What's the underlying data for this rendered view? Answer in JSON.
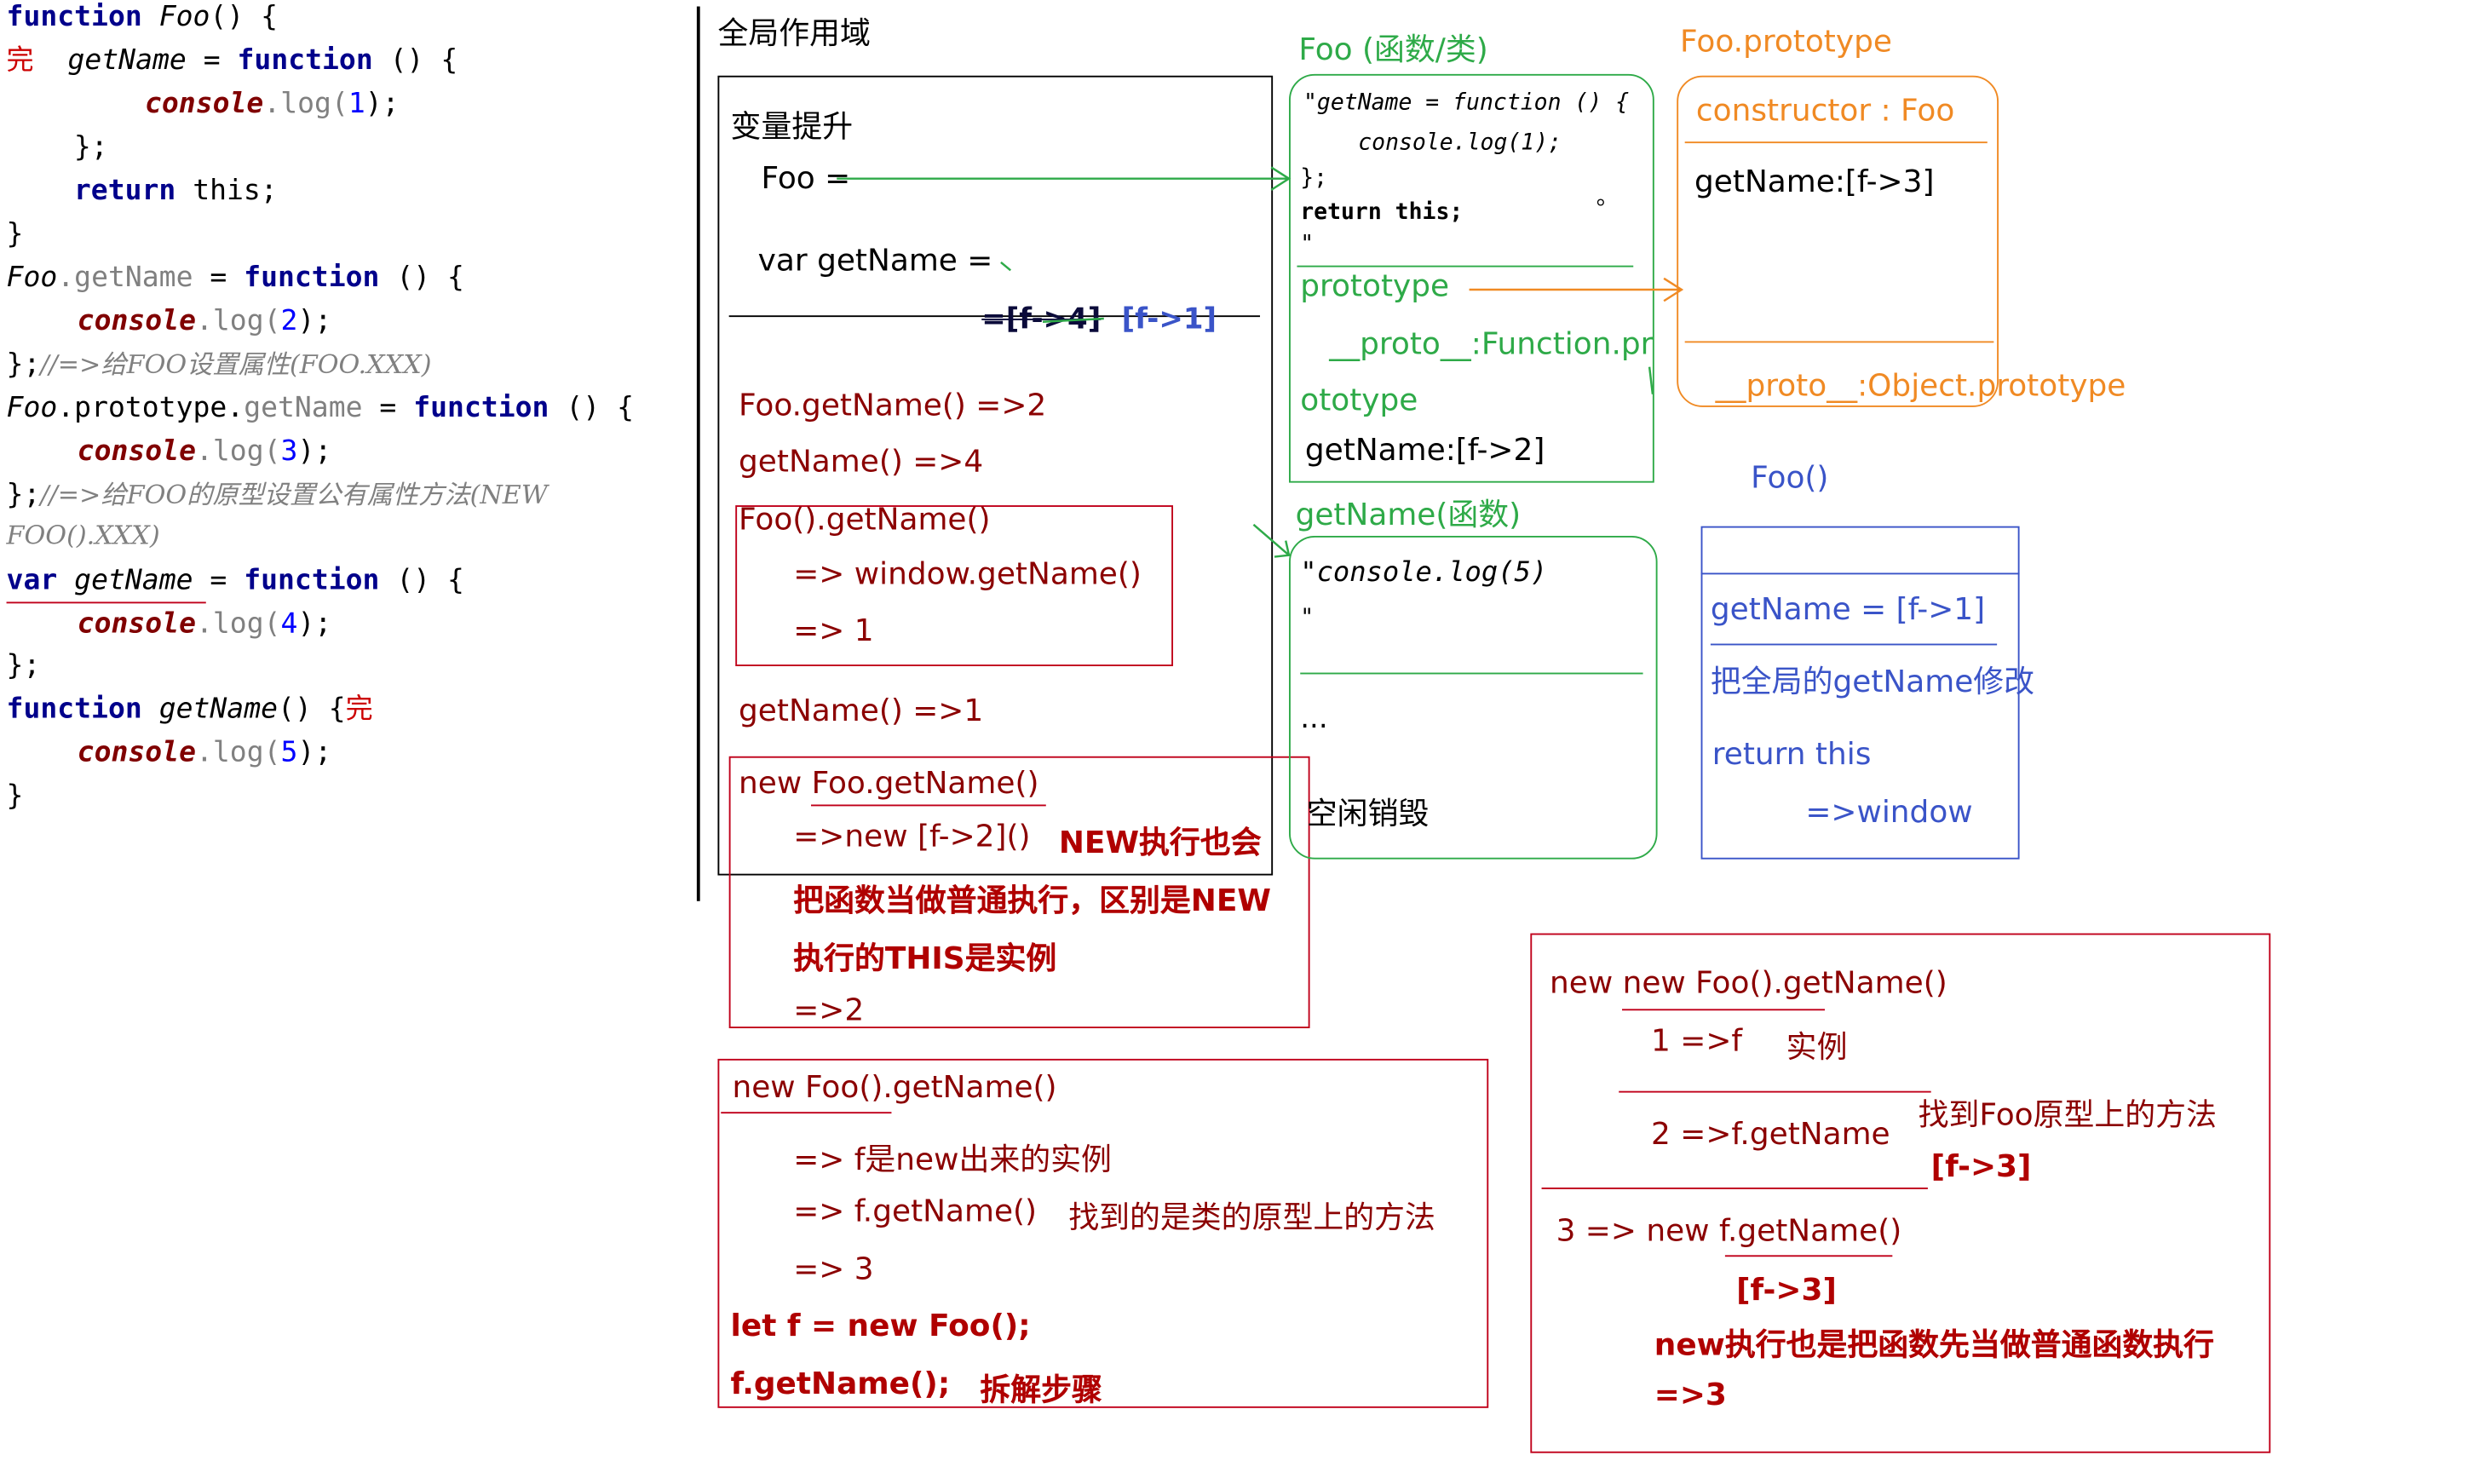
{
  "code": {
    "l1": {
      "kw": "function",
      "name": "Foo",
      "rest": "() {"
    },
    "l2": {
      "mark": "完",
      "name": "getName",
      "eq": " = ",
      "kw": "function",
      "rest": " () {"
    },
    "l3": {
      "name": "console",
      "rest": ".log(",
      "num": "1",
      "end": ");"
    },
    "l4": "};",
    "l5": {
      "kw": "return",
      "rest": " this;"
    },
    "l6": "}",
    "l7": {
      "obj": "Foo",
      "prop": ".getName",
      "eq": " = ",
      "kw": "function",
      "rest": " () {"
    },
    "l8": {
      "name": "console",
      "rest": ".log(",
      "num": "2",
      "end": ");"
    },
    "l9": {
      "rest": "};",
      "comment": "//=>给FOO设置属性(FOO.XXX)"
    },
    "l10": {
      "obj": "Foo",
      "prop": ".prototype.",
      "prop2": "getName",
      "eq": " = ",
      "kw": "function",
      "rest": " () {"
    },
    "l11": {
      "name": "console",
      "rest": ".log(",
      "num": "3",
      "end": ");"
    },
    "l12": {
      "rest": "};",
      "comment": "//=>给FOO的原型设置公有属性方法(NEW"
    },
    "l13": {
      "comment": "FOO().XXX)"
    },
    "l14": {
      "kw": "var",
      "name": "getName",
      "eq": " = ",
      "kw2": "function",
      "rest": " () {"
    },
    "l15": {
      "name": "console",
      "rest": ".log(",
      "num": "4",
      "end": ");"
    },
    "l16": "};",
    "l17": {
      "kw": "function",
      "name": "getName",
      "rest": "() {",
      "mark": "完"
    },
    "l18": {
      "name": "console",
      "rest": ".log(",
      "num": "5",
      "end": ");"
    },
    "l19": "}"
  },
  "scope": {
    "title": "全局作用域",
    "hoist_title": "变量提升",
    "foo_eq": "Foo =",
    "var_getname": "var getName =",
    "strike_val": "=[f->4]",
    "new_val": "[f->1]",
    "r1": "Foo.getName()  =>2",
    "r2": "getName() =>4",
    "r3a": "Foo().getName()",
    "r3b": "=> window.getName()",
    "r3c": "=> 1",
    "r4": "getName() =>1",
    "r5a": "new Foo.getName()",
    "r5b": "=>new [f->2]()",
    "r5c": "NEW执行也会",
    "r5d": "把函数当做普通执行，区别是NEW",
    "r5e": "执行的THIS是实例",
    "r5f": "=>2"
  },
  "foo_heap": {
    "title": "Foo (函数/类)",
    "code1": "\"getName = function () {",
    "code2": "console.log(1);",
    "code3": "};",
    "code4": "return this;",
    "code5": "\"",
    "dot": "。",
    "prototype": "prototype",
    "proto1": "__proto__:Function.pr",
    "proto2": "ototype",
    "getname": "getName:[f->2]"
  },
  "proto_heap": {
    "title": "Foo.prototype",
    "constructor": "constructor : Foo",
    "getname": "getName:[f->3]",
    "proto": "__proto__:Object.prototype"
  },
  "getname_heap": {
    "title": "getName(函数)",
    "code": "\"console.log(5)",
    "quote": "\"",
    "dots": "...",
    "gc": "空闲销毁"
  },
  "foo_exec": {
    "title": "Foo()",
    "l1": "getName = [f->1]",
    "l2": "把全局的getName修改",
    "l3": "return this",
    "l4": "=>window"
  },
  "new_foo": {
    "l1": "new Foo().getName()",
    "l2": "=> f是new出来的实例",
    "l3a": "=> f.getName()",
    "l3b": "找到的是类的原型上的方法",
    "l4": "=> 3",
    "l5": "let f = new Foo();",
    "l6a": "f.getName();",
    "l6b": "拆解步骤"
  },
  "new_new": {
    "l1": "new new Foo().getName()",
    "l2a": "1 =>f",
    "l2b": "实例",
    "l3a": "2 =>f.getName",
    "l3b": "找到Foo原型上的方法",
    "l3c": "[f->3]",
    "l4": "3  => new f.getName()",
    "l5": "[f->3]",
    "l6": "new执行也是把函数先当做普通函数执行",
    "l7": "=>3"
  },
  "colors": {
    "red": "#c0001a",
    "green": "#2eaa48",
    "orange": "#f08a24",
    "blue": "#3a54c8"
  }
}
